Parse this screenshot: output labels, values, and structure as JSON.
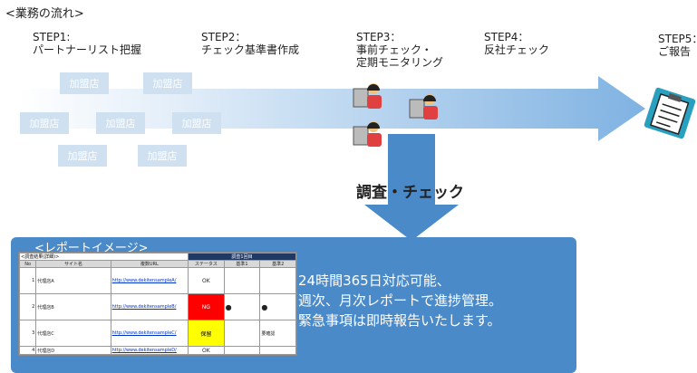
{
  "title": "<業務の流れ>",
  "steps": [
    {
      "label": "STEP1:\nパートナーリスト把握"
    },
    {
      "label": "STEP2：\nチェック基準書作成"
    },
    {
      "label": "STEP3：\n事前チェック・\n定期モニタリング"
    },
    {
      "label": "STEP4：\n反社チェック"
    },
    {
      "label": "STEP5：\nご報告"
    }
  ],
  "store_label": "加盟店",
  "check_label": "調査・チェック",
  "report": {
    "title": "<レポートイメージ>",
    "message": "24時間365日対応可能、\n週次、月次レポートで進捗管理。\n緊急事項は即時報告いたします。",
    "table": {
      "caption": "<調査結果(詳細)>",
      "group_header": "調査1回目",
      "columns": [
        "No",
        "サイト名",
        "複数URL",
        "ステータス",
        "基準1",
        "基準2"
      ],
      "rows": [
        {
          "no": "1",
          "site": "代理店A",
          "url": "http://www.dekitensampleA/",
          "status": "OK",
          "c1": "",
          "c2": ""
        },
        {
          "no": "2",
          "site": "代理店B",
          "url": "http://www.dekitensampleB/",
          "status": "NG",
          "c1": "●",
          "c2": "●"
        },
        {
          "no": "3",
          "site": "代理店C",
          "url": "http://www.dekitensampleC/",
          "status": "保留",
          "c1": "",
          "c2": "要確認"
        },
        {
          "no": "4",
          "site": "代理店D",
          "url": "http://www.dekitensampleD/",
          "status": "OK",
          "c1": "",
          "c2": ""
        }
      ]
    }
  },
  "colors": {
    "panel": "#4a8ac9",
    "arrow": "#7fb2e2",
    "store": "#cfe0f1",
    "ng": "#ff0000",
    "hold": "#ffff00"
  }
}
